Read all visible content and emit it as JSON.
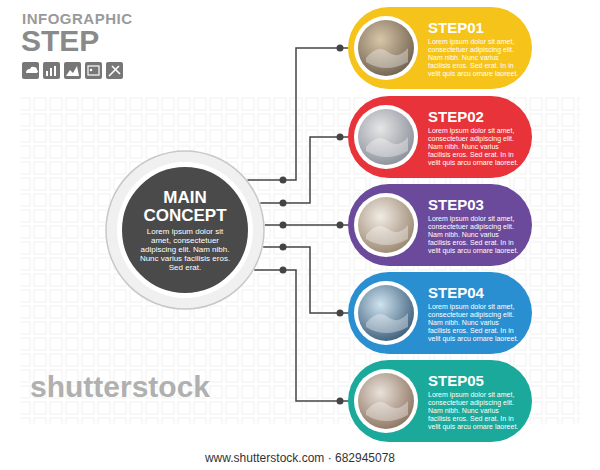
{
  "diagram": {
    "title": "INFOGRAPHIC",
    "nodes": [
      {
        "text": [
          "MAIN CONCEPT",
          "Lorem ipsum dolor sit amet, consectetuer adipiscing elit. Nam nibh. Nunc varius facilisis eros. Sed erat."
        ]
      },
      {
        "text": [
          "STEP01",
          "Lorem ipsum dolor sit amet, consectetuer adipiscing elit. Nam nibh. Nunc varius facilisis eros. Sed erat. In in velit quis arcu ornare laoreet."
        ]
      },
      {
        "text": [
          "STEP02",
          "Lorem ipsum dolor sit amet, consectetuer adipiscing elit. Nam nibh. Nunc varius facilisis eros. Sed erat. In in velit quis arcu ornare laoreet."
        ]
      },
      {
        "text": [
          "STEP03",
          "Lorem ipsum dolor sit amet, consectetuer adipiscing elit. Nam nibh. Nunc varius facilisis eros. Sed erat. In in velit quis arcu ornare laoreet."
        ]
      },
      {
        "text": [
          "STEP04",
          "Lorem ipsum dolor sit amet, consectetuer adipiscing elit. Nam nibh. Nunc varius facilisis eros. Sed erat. In in velit quis arcu ornare laoreet."
        ]
      },
      {
        "text": [
          "STEP05",
          "Lorem ipsum dolor sit amet, consectetuer adipiscing elit. Nam nibh. Nunc varius facilisis eros. Sed erat. In in velit quis arcu ornare laoreet."
        ]
      }
    ],
    "edges": [
      {
        "from": 0,
        "to": 1,
        "arrow": "none"
      },
      {
        "from": 0,
        "to": 2,
        "arrow": "none"
      },
      {
        "from": 0,
        "to": 3,
        "arrow": "none"
      },
      {
        "from": 0,
        "to": 4,
        "arrow": "none"
      },
      {
        "from": 0,
        "to": 5,
        "arrow": "none"
      }
    ],
    "labels": [
      "STEP",
      "shutterstock",
      "www.shutterstock.com · 682945078"
    ]
  }
}
